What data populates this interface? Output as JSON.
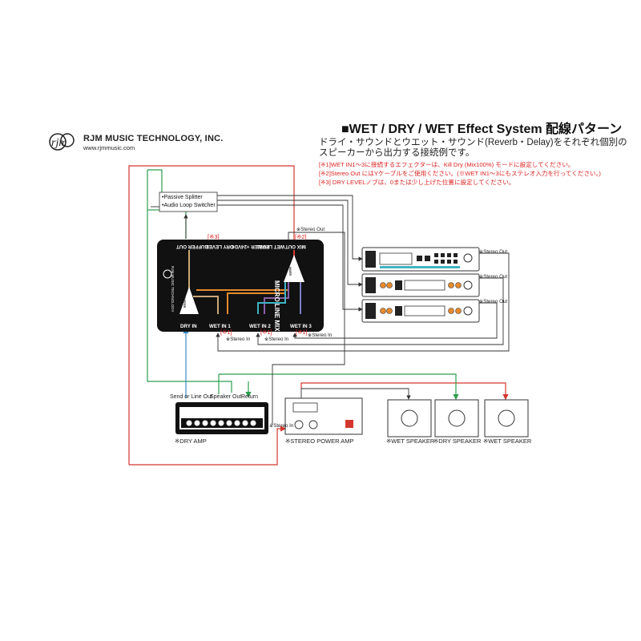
{
  "header": {
    "brand_name": "RJM MUSIC TECHNOLOGY, INC.",
    "brand_url": "www.rjmmusic.com",
    "title": "■WET / DRY / WET Effect System 配線パターン",
    "desc_line1": "ドライ・サウンドとウエット・サウンド(Reverb・Delay)をそれぞれ個別の",
    "desc_line2": "スピーカーから出力する接続例です。",
    "notes": [
      "[※1]WET IN1〜3に接続するエフェクターは、Kill Dry (Mix100%) モードに設定してください。",
      "[※2]Stereo Out にはYケーブルをご使用ください。(※WET IN1〜3にもステレオ入力を行ってください。)",
      "[※3] DRY LEVELノブは、0または少し上げた位置に設定してください。"
    ]
  },
  "splitter_box": {
    "line1": "•Passive Splitter",
    "line2": "•Audio Loop Switcher"
  },
  "mixer": {
    "name": "MICRO LINE MIXER",
    "logo": "RJM MUSIC TECHNOLOGY",
    "buffer_out": "BUFFER OUT",
    "dry_level": "DRY LEVEL",
    "power": "POWER +24VDC",
    "wet_level": "WET LEVEL",
    "mix_out": "MIX OUT",
    "dry_in": "DRY IN",
    "wet_in_1": "WET IN 1",
    "wet_in_2": "WET IN 2",
    "wet_in_3": "WET IN 3",
    "buffer_label": "BUFFER",
    "mixer_label": "MIXER"
  },
  "markers": {
    "m3": "[※3]",
    "m2": "[※2]",
    "m1a": "[※1]",
    "m1b": "[※1]",
    "m1c": "[※1]"
  },
  "stereo_labels": {
    "stereo_out": "Stereo Out",
    "stereo_in": "Stereo In",
    "stereo_in_amp": "Stereo In"
  },
  "dry_amp": {
    "send_out": "Send or Line Out",
    "speaker_out": "Speaker Out",
    "return": "Return",
    "caption": "※DRY AMP"
  },
  "power_amp": {
    "caption": "※STEREO POWER AMP"
  },
  "speakers": [
    {
      "caption": "※WET SPEAKER"
    },
    {
      "caption": "※DRY SPEAKER"
    },
    {
      "caption": "※WET SPEAKER"
    }
  ],
  "colors": {
    "red": "#d4372f",
    "green": "#2e9e4e",
    "dark": "#333333",
    "blue": "#3a89c4",
    "orange": "#e58a2e",
    "purple": "#8b5fa8",
    "cyan": "#3fb4c4"
  }
}
